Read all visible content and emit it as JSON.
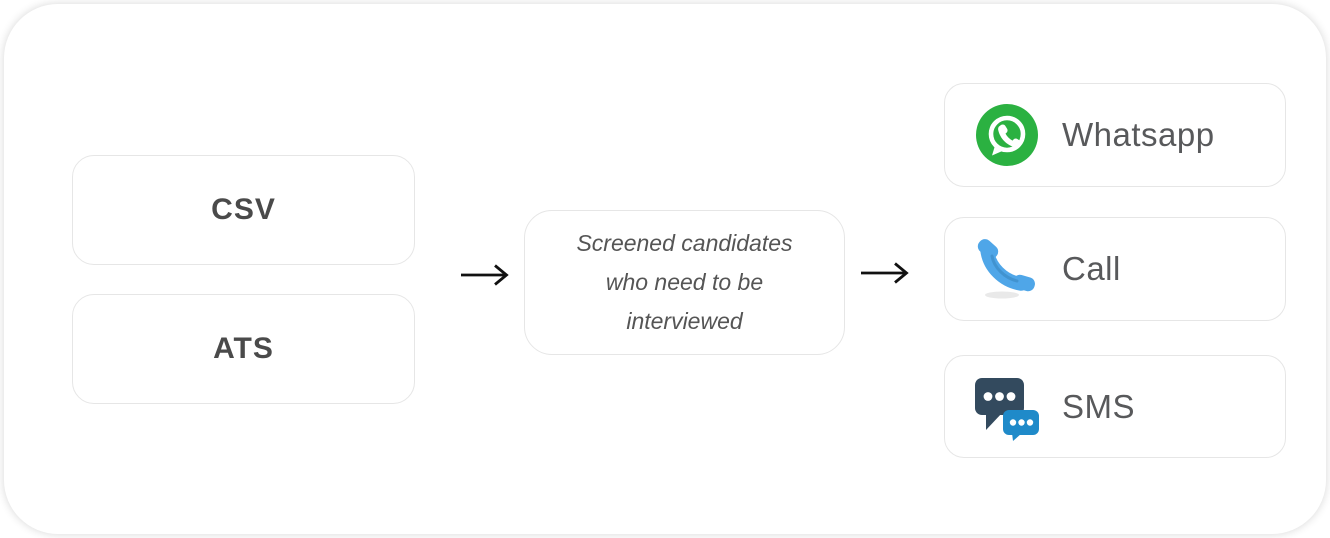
{
  "diagram": {
    "sources": [
      {
        "label": "CSV"
      },
      {
        "label": "ATS"
      }
    ],
    "note": {
      "lines": [
        "Screened candidates",
        "who need to be",
        "interviewed"
      ]
    },
    "channels": [
      {
        "label": "Whatsapp",
        "icon": "whatsapp-icon"
      },
      {
        "label": "Call",
        "icon": "call-icon"
      },
      {
        "label": "SMS",
        "icon": "sms-icon"
      }
    ],
    "colors": {
      "whatsapp_green": "#2BB141",
      "call_blue": "#4FA6E8",
      "call_blue_dark": "#3B88C3",
      "call_shadow": "#e9e9e9",
      "sms_dark": "#334A5E",
      "sms_blue": "#1F8AC9",
      "arrow": "#111111",
      "box_border": "#e6e6e6",
      "source_text": "#4a4a4a",
      "label_text": "#58595b",
      "note_text": "#555555"
    }
  }
}
